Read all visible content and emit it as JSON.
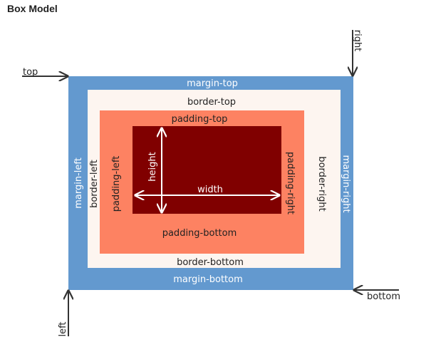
{
  "title": "Box Model",
  "labels": {
    "margin_top": "margin-top",
    "margin_bottom": "margin-bottom",
    "margin_left": "margin-left",
    "margin_right": "margin-right",
    "border_top": "border-top",
    "border_bottom": "border-bottom",
    "border_left": "border-left",
    "border_right": "border-right",
    "padding_top": "padding-top",
    "padding_bottom": "padding-bottom",
    "padding_left": "padding-left",
    "padding_right": "padding-right",
    "height": "height",
    "width": "width",
    "top": "top",
    "right": "right",
    "bottom": "bottom",
    "left": "left"
  },
  "colors": {
    "margin": "#6399cf",
    "border": "#fdf5f0",
    "padding": "#fd8262",
    "content": "#800000",
    "arrow": "#333333",
    "inner_arrow": "#ffffff"
  }
}
